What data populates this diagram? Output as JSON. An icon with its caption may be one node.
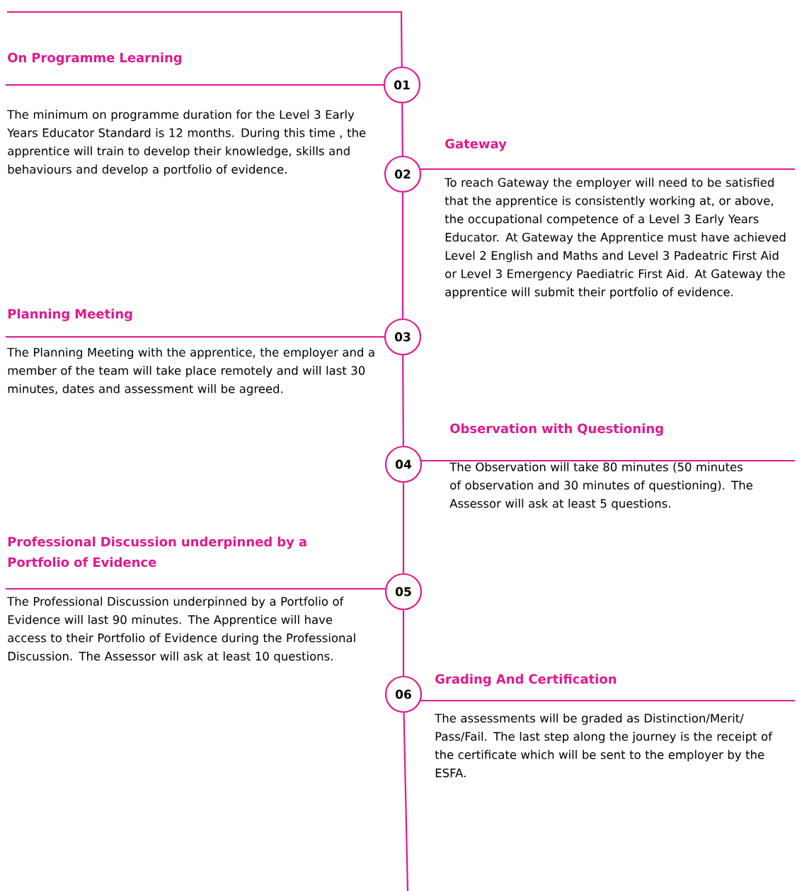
{
  "diagram": {
    "nodes": [
      {
        "text": [
          "01"
        ],
        "beside": [
          "On Programme Learning",
          "The minimum on programme duration for the Level 3 Early Years Educator Standard is 12 months. During this time , the apprentice will train to develop their knowledge, skills and behaviours and develop a portfolio of evidence."
        ]
      },
      {
        "text": [
          "02"
        ],
        "beside": [
          "Gateway",
          "To reach Gateway the employer will need to be satisfied that the apprentice is consistently working at, or above, the occupational competence of a Level 3 Early Years Educator. At Gateway the Apprentice must have achieved Level 2 English and Maths and Level 3 Padeatric First Aid or Level 3 Emergency Paediatric First Aid. At Gateway the apprentice will submit their portfolio of evidence."
        ]
      },
      {
        "text": [
          "03"
        ],
        "beside": [
          "Planning Meeting",
          "The Planning Meeting with the apprentice, the employer and a member of the team will take place remotely and will last 30 minutes, dates and assessment will be agreed."
        ]
      },
      {
        "text": [
          "04"
        ],
        "beside": [
          "Observation with Questioning",
          "The Observation will take 80 minutes (50 minutes of observation  and 30 minutes of questioning). The Assessor will ask at least 5 questions."
        ]
      },
      {
        "text": [
          "05"
        ],
        "beside": [
          "Professional Discussion underpinned by a Portfolio of Evidence",
          "The Professional Discussion underpinned by a Portfolio of Evidence will last 90 minutes. The Apprentice will have access to their Portfolio of Evidence during the Professional Discussion. The Assessor will ask at least 10 questions."
        ]
      },
      {
        "text": [
          "06"
        ],
        "beside": [
          "Grading And Certification",
          "The assessments will be graded as Distinction/Merit/ Pass/Fail. The last step along the journey is the receipt of the certificate which will be sent to the employer by the ESFA."
        ]
      }
    ],
    "edges": [
      {
        "from": null,
        "to": 0,
        "arrow": "none"
      },
      {
        "from": 0,
        "to": 1,
        "arrow": "none"
      },
      {
        "from": 1,
        "to": 2,
        "arrow": "none"
      },
      {
        "from": 2,
        "to": 3,
        "arrow": "none"
      },
      {
        "from": 3,
        "to": 4,
        "arrow": "none"
      },
      {
        "from": 4,
        "to": 5,
        "arrow": "none"
      },
      {
        "from": 5,
        "to": null,
        "arrow": "none"
      }
    ]
  }
}
